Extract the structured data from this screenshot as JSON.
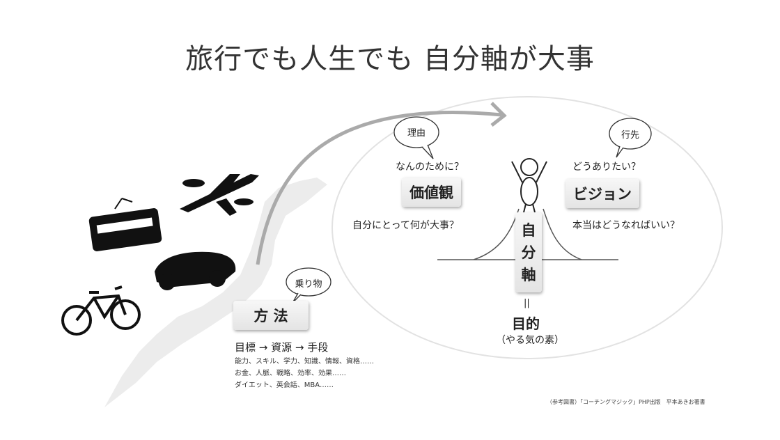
{
  "title": "旅行でも人生でも 自分軸が大事",
  "left": {
    "bubble": "乗り物",
    "method_box": "方 法",
    "flow": "目標 → 資源 → 手段",
    "examples": [
      "能力、スキル、学力、知識、情報、資格……",
      "お金、人脈、戦略、効率、効果……",
      "ダイエット、英会話、MBA……"
    ]
  },
  "values": {
    "bubble": "理由",
    "question": "なんのために？",
    "box": "価値観",
    "sub": "自分にとって何が大事？"
  },
  "vision": {
    "bubble": "行先",
    "question": "どうありたい？",
    "box": "ビジョン",
    "sub": "本当はどうなればいい？"
  },
  "center": {
    "axis_chars": [
      "自",
      "分",
      "軸"
    ],
    "equals": "||",
    "purpose": "目的",
    "purpose_sub": "（やる気の素）"
  },
  "reference": "（参考図書）「コーチングマジック」PHP出版　平本あきお著書"
}
